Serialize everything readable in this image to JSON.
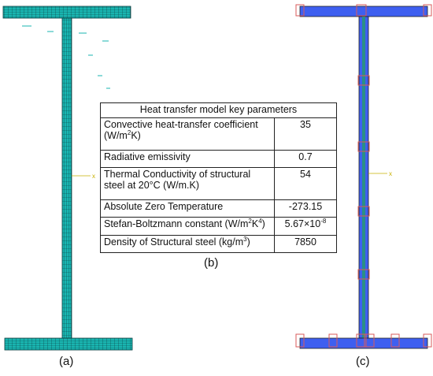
{
  "labels": {
    "a": "(a)",
    "b": "(b)",
    "c": "(c)"
  },
  "axis_marker": "x",
  "table": {
    "title": "Heat transfer model key parameters",
    "rows": [
      {
        "param": "Convective heat-transfer coefficient (W/m",
        "sup": "2",
        "param_tail": "K)",
        "value": "35"
      },
      {
        "param": "Radiative emissivity",
        "value": "0.7"
      },
      {
        "param": "Thermal Conductivity of structural steel at 20°C (W/m.K)",
        "value": "54"
      },
      {
        "param": "Absolute Zero Temperature",
        "value": "-273.15"
      },
      {
        "param": "Stefan-Boltzmann constant (W/m",
        "sup": "2",
        "param_mid": "K",
        "sup2": "4",
        "param_tail": ")",
        "value": "5.67×10",
        "value_sup": "-8"
      },
      {
        "param": "Density of Structural steel (kg/m",
        "sup": "3",
        "param_tail": ")",
        "value": "7850"
      }
    ]
  },
  "colors": {
    "mesh_fill": "#19b5b0",
    "mesh_line": "#0b3c3e",
    "section_fill": "#3e5ff0",
    "section_core": "#2a8f86",
    "marker": "#d95a5a",
    "axis": "#c8b000"
  }
}
